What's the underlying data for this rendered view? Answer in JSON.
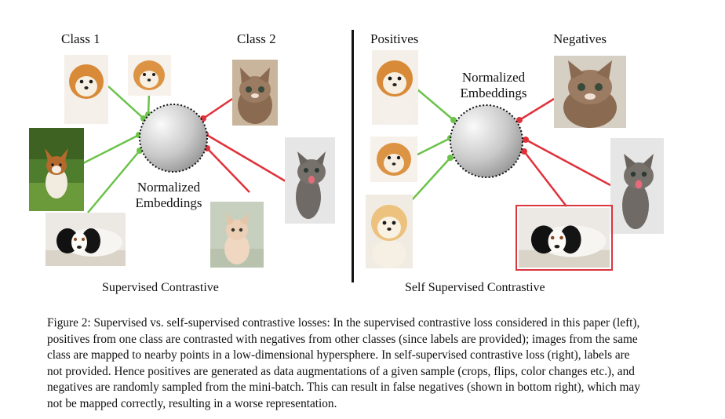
{
  "left_panel": {
    "class1_label": "Class 1",
    "class2_label": "Class 2",
    "embedding_label_line1": "Normalized",
    "embedding_label_line2": "Embeddings",
    "caption": "Supervised Contrastive"
  },
  "right_panel": {
    "positives_label": "Positives",
    "negatives_label": "Negatives",
    "embedding_label_line1": "Normalized",
    "embedding_label_line2": "Embeddings",
    "caption": "Self Supervised Contrastive"
  },
  "colors": {
    "positive_link": "#6cc24a",
    "negative_link": "#e0323b",
    "false_negative_box": "#d9363e"
  },
  "figure_caption": {
    "lines": [
      "Figure 2: Supervised vs. self-supervised contrastive losses: In the supervised contrastive loss considered in this paper (left),",
      "positives from one class are contrasted with negatives from other classes (since labels are provided); images from the same",
      "class are mapped to nearby points in a low-dimensional hypersphere. In self-supervised contrastive loss (right), labels are",
      "not provided. Hence positives are generated as data augmentations of a given sample (crops, flips, color changes etc.), and",
      "negatives are randomly sampled from the mini-batch. This can result in false negatives (shown in bottom right), which may",
      "not be mapped correctly, resulting in a worse representation."
    ]
  }
}
